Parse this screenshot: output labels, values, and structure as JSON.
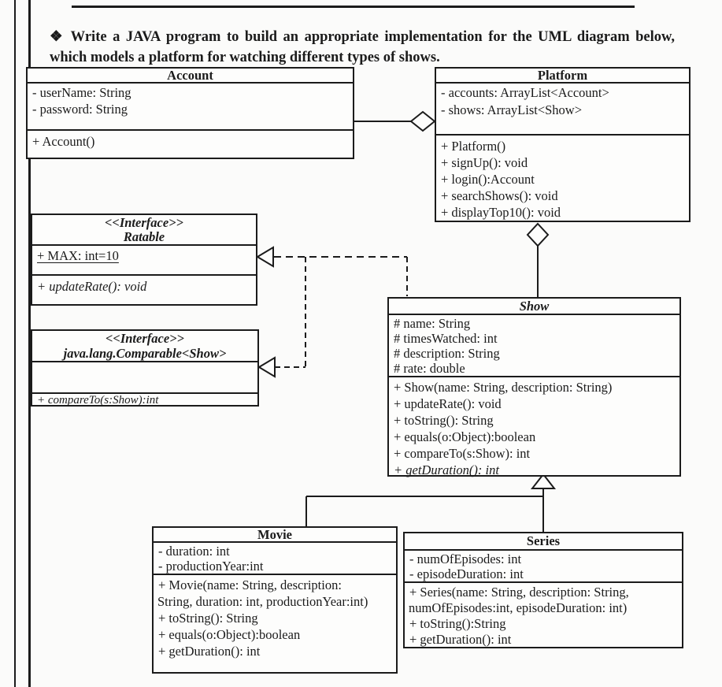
{
  "header": {
    "bullet": "❖",
    "text": "Write a JAVA program to build an appropriate implementation for the UML diagram below, which models a platform for watching different types of shows."
  },
  "classes": {
    "account": {
      "title": "Account",
      "attributes": [
        "- userName: String",
        "- password: String"
      ],
      "methods": [
        "+ Account()"
      ]
    },
    "platform": {
      "title": "Platform",
      "attributes": [
        "- accounts: ArrayList<Account>",
        "- shows: ArrayList<Show>"
      ],
      "methods": [
        "+ Platform()",
        "+ signUp(): void",
        "+ login():Account",
        "+ searchShows(): void",
        "+ displayTop10(): void"
      ]
    },
    "ratable": {
      "stereotype": "<<Interface>>",
      "title": "Ratable",
      "attributes": [
        "+ MAX: int=10"
      ],
      "methods": [
        "+ updateRate(): void"
      ]
    },
    "comparable": {
      "stereotype": "<<Interface>>",
      "title": "java.lang.Comparable<Show>",
      "attributes": [],
      "methods": [
        "+ compareTo(s:Show):int"
      ]
    },
    "show": {
      "title": "Show",
      "attributes": [
        "# name: String",
        "# timesWatched: int",
        "# description: String",
        "# rate: double"
      ],
      "methods": [
        "+ Show(name: String, description: String)",
        "+ updateRate(): void",
        "+ toString(): String",
        "+ equals(o:Object):boolean",
        "+ compareTo(s:Show): int",
        "+ getDuration(): int"
      ]
    },
    "movie": {
      "title": "Movie",
      "attributes": [
        "- duration: int",
        "- productionYear:int"
      ],
      "methods": [
        "+ Movie(name: String, description:",
        "String, duration: int, productionYear:int)",
        "+ toString(): String",
        "+ equals(o:Object):boolean",
        "+ getDuration(): int"
      ]
    },
    "series": {
      "title": "Series",
      "attributes": [
        "- numOfEpisodes: int",
        "- episodeDuration: int"
      ],
      "methods": [
        "+ Series(name: String, description: String,",
        "numOfEpisodes:int, episodeDuration: int)",
        "+ toString():String",
        "+ getDuration(): int"
      ]
    }
  },
  "relationships": [
    {
      "from": "Account",
      "to": "Platform",
      "type": "aggregation"
    },
    {
      "from": "Show",
      "to": "Platform",
      "type": "aggregation"
    },
    {
      "from": "Show",
      "to": "Ratable",
      "type": "realization"
    },
    {
      "from": "Show",
      "to": "java.lang.Comparable<Show>",
      "type": "realization"
    },
    {
      "from": "Movie",
      "to": "Show",
      "type": "generalization"
    },
    {
      "from": "Series",
      "to": "Show",
      "type": "generalization"
    }
  ],
  "colors": {
    "ink": "#1b1b1b",
    "paper": "#fbfbfa"
  }
}
